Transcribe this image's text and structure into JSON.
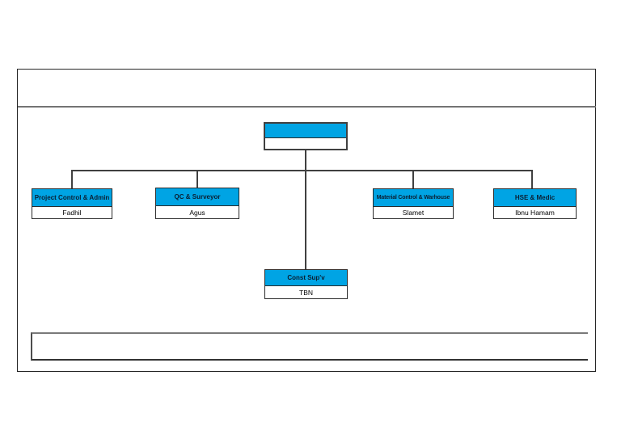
{
  "diagram": {
    "type": "org-chart",
    "accent_color": "#00a4e4",
    "line_color": "#404040",
    "title_band_text": "",
    "footer_band_text": "",
    "root": {
      "title": "",
      "name": ""
    },
    "children": [
      {
        "title": "Project Control & Admin",
        "name": "Fadhil"
      },
      {
        "title": "QC & Surveyor",
        "name": "Agus"
      },
      {
        "title": "Material Control & Warhouse",
        "name": "Slamet"
      },
      {
        "title": "HSE & Medic",
        "name": "Ibnu Hamam"
      }
    ],
    "subordinate": {
      "title": "Const Sup'v",
      "name": "TBN"
    }
  }
}
